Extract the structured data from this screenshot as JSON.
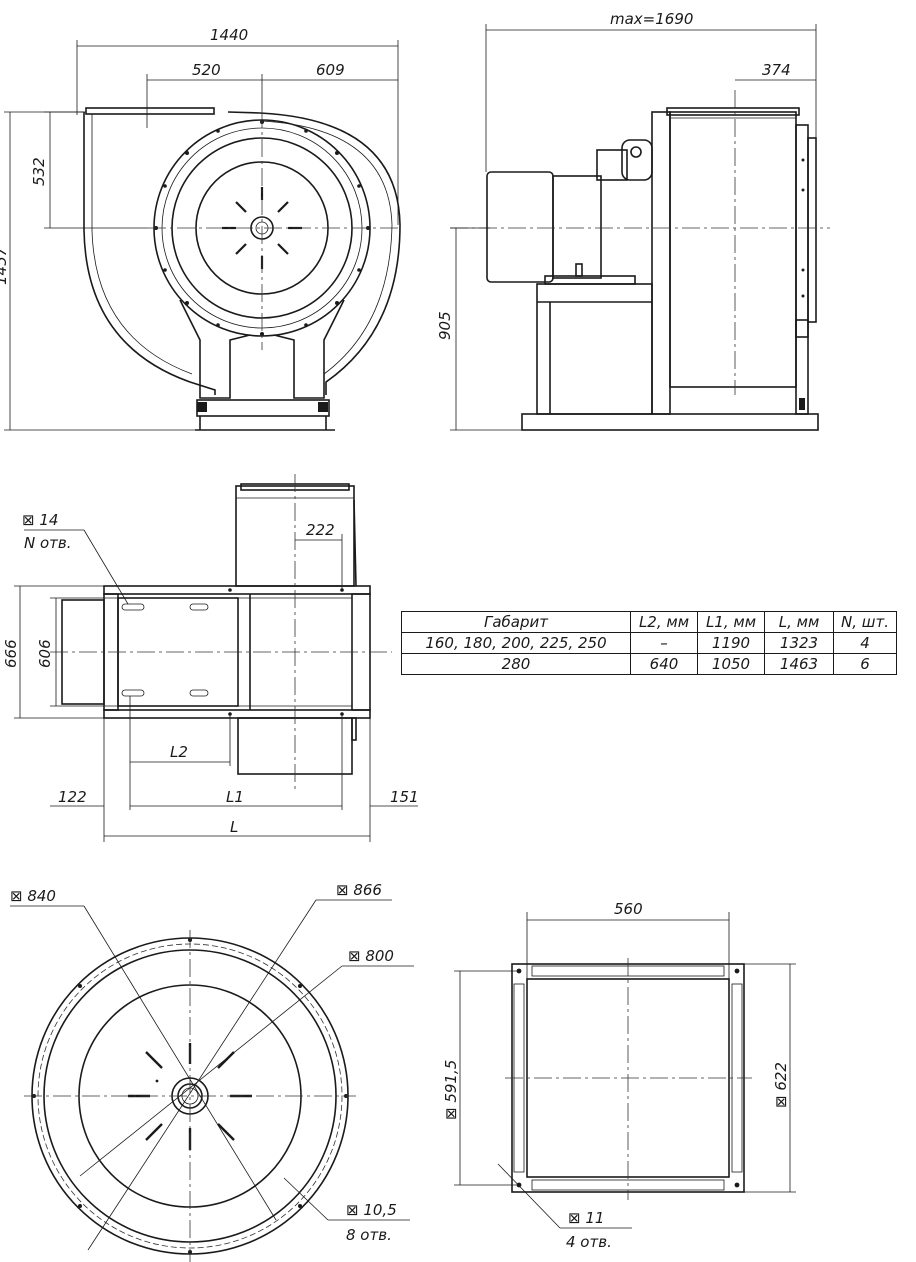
{
  "dimensions": {
    "d1440": "1440",
    "d520": "520",
    "d609": "609",
    "d532": "532",
    "d1457": "1457",
    "dmax": "max=1690",
    "d374": "374",
    "d905": "905",
    "d14": "⊠ 14",
    "dNholes": "N отв.",
    "d222": "222",
    "d666": "666",
    "d606": "606",
    "dL2": "L2",
    "d122": "122",
    "dL1": "L1",
    "d151": "151",
    "dL": "L",
    "d840": "⊠ 840",
    "d866": "⊠ 866",
    "d800": "⊠ 800",
    "d10_5": "⊠ 10,5",
    "d8holes": "8 отв.",
    "d560": "560",
    "d591_5": "⊠ 591,5",
    "d622": "⊠ 622",
    "d11": "⊠ 11",
    "d4holes": "4 отв."
  },
  "table": {
    "headers": [
      "Габарит",
      "L2, мм",
      "L1, мм",
      "L, мм",
      "N, шт."
    ],
    "rows": [
      [
        "160, 180, 200, 225, 250",
        "–",
        "1190",
        "1323",
        "4"
      ],
      [
        "280",
        "640",
        "1050",
        "1463",
        "6"
      ]
    ]
  }
}
